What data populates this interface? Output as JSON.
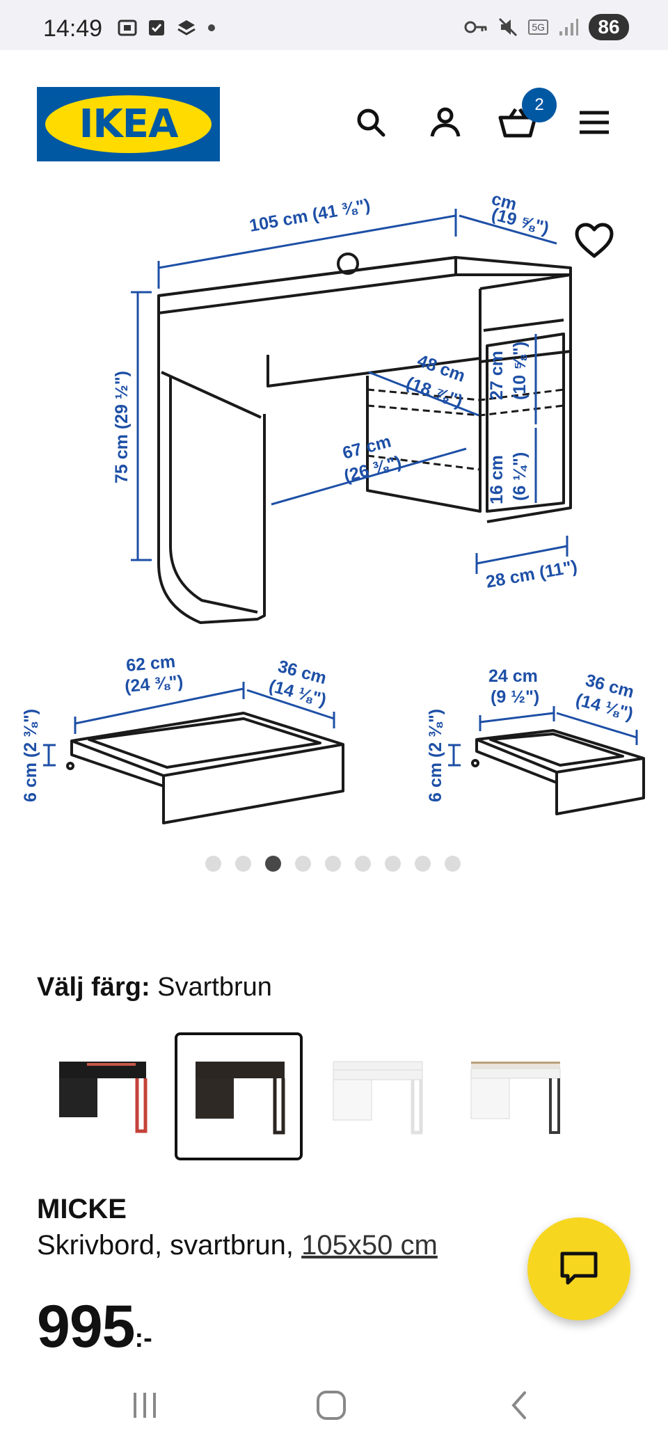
{
  "status_bar": {
    "time": "14:49",
    "network": "5G",
    "battery": "86",
    "icons": [
      "screenshot-icon",
      "checkbox-icon",
      "layers-icon",
      "dot-icon",
      "key-icon",
      "mute-icon",
      "signal-icon"
    ]
  },
  "header": {
    "logo_text": "IKEA",
    "cart_count": "2",
    "icons": [
      "search-icon",
      "account-icon",
      "cart-icon",
      "menu-icon"
    ]
  },
  "gallery": {
    "active_index": 3,
    "total": 9,
    "desk": {
      "width": "105 cm (41 ⅜\")",
      "depth_top": "(19 ⅝\")",
      "depth_top_partial": "cm",
      "height": "75 cm (29 ½\")",
      "inner_depth_1": "48 cm",
      "inner_depth_2": "(18 ⅞\")",
      "inner_width_1": "67 cm",
      "inner_width_2": "(26 ⅜\")",
      "shelf_27_1": "27 cm",
      "shelf_27_2": "(10 ⅝\")",
      "shelf_16_1": "16 cm",
      "shelf_16_2": "(6 ¼\")",
      "cab_width": "28 cm (11\")"
    },
    "drawer_large": {
      "width_1": "62 cm",
      "width_2": "(24 ⅜\")",
      "depth_1": "36 cm",
      "depth_2": "(14 ⅛\")",
      "height": "6 cm (2 ⅜\")"
    },
    "drawer_small": {
      "width_1": "24 cm",
      "width_2": "(9 ½\")",
      "depth_1": "36 cm",
      "depth_2": "(14 ⅛\")",
      "height": "6 cm (2 ⅜\")"
    }
  },
  "color_select": {
    "label": "Välj färg:",
    "value": "Svartbrun",
    "swatches": [
      "black-red",
      "black-brown",
      "white",
      "white-oak"
    ]
  },
  "product": {
    "name": "MICKE",
    "desc": "Skrivbord, svartbrun, ",
    "size_link": "105x50 cm",
    "price": "995",
    "price_suffix": ":-"
  },
  "colors": {
    "ikea_blue": "#0058a3",
    "ikea_yellow": "#ffdb00",
    "dim_blue": "#1d4fa6",
    "fab_yellow": "#f7d620"
  }
}
